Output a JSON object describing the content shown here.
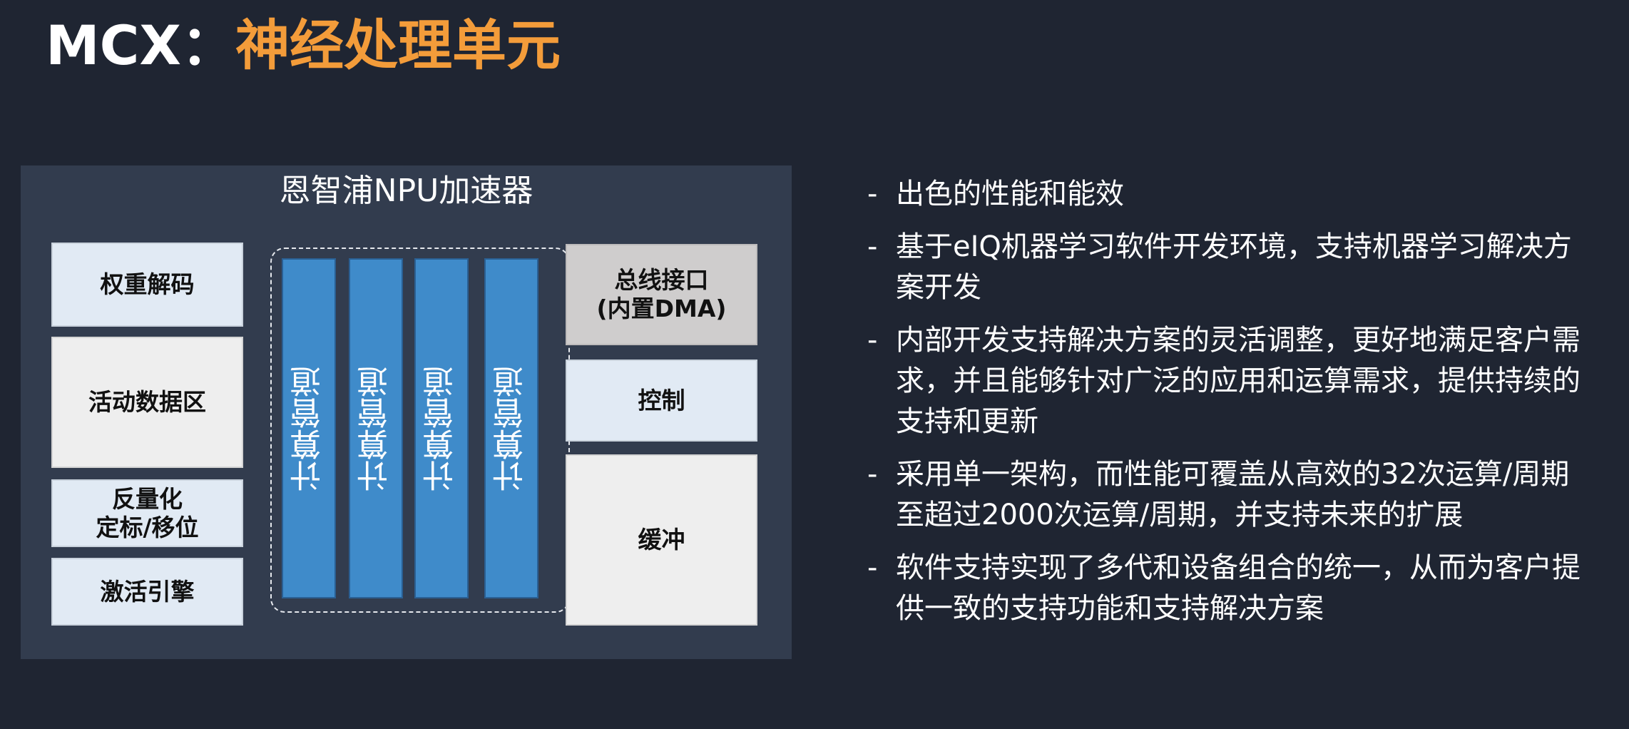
{
  "title": {
    "prefix": "MCX：",
    "highlight": "神经处理单元"
  },
  "colors": {
    "background": "#1f2532",
    "panel": "#323c4e",
    "accent_orange": "#f39c3a",
    "pipeline_blue": "#3f8bca"
  },
  "diagram": {
    "title": "恩智浦NPU加速器",
    "left_blocks": [
      {
        "label": "权重解码"
      },
      {
        "label": "活动数据区"
      },
      {
        "label": "反量化\n定标/移位"
      },
      {
        "label": "激活引擎"
      }
    ],
    "pipelines": [
      {
        "label": "计算管道"
      },
      {
        "label": "计算管道"
      },
      {
        "label": "计算管道"
      },
      {
        "label": "计算管道"
      }
    ],
    "right_blocks": [
      {
        "label": "总线接口\n(内置DMA)"
      },
      {
        "label": "控制"
      },
      {
        "label": "缓冲"
      }
    ]
  },
  "bullets": {
    "dash": "-",
    "items": [
      {
        "text": "出色的性能和能效"
      },
      {
        "text": "基于eIQ机器学习软件开发环境，支持机器学习解决方案开发"
      },
      {
        "text": "内部开发支持解决方案的灵活调整，更好地满足客户需求，并且能够针对广泛的应用和运算需求，提供持续的支持和更新"
      },
      {
        "text": "采用单一架构，而性能可覆盖从高效的32次运算/周期至超过2000次运算/周期，并支持未来的扩展"
      },
      {
        "text": "软件支持实现了多代和设备组合的统一，从而为客户提供一致的支持功能和支持解决方案"
      }
    ]
  }
}
